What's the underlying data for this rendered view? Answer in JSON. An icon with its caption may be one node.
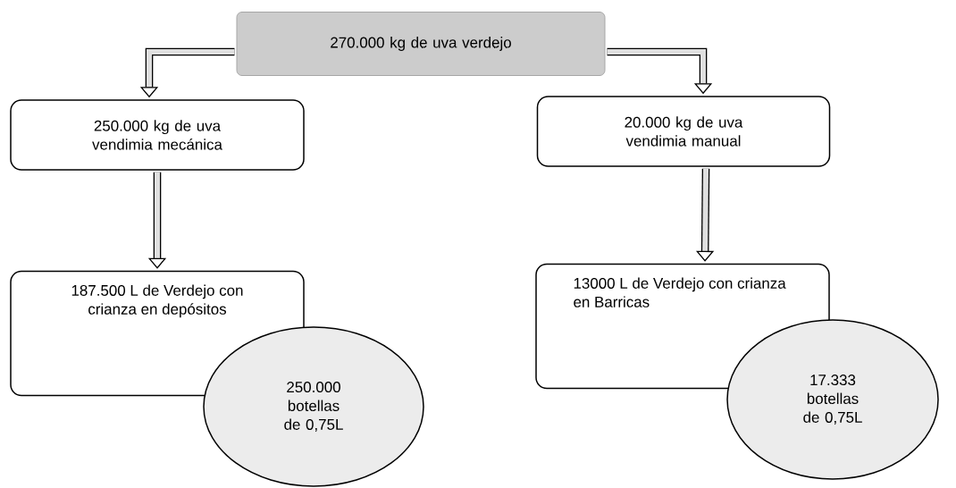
{
  "diagram": {
    "nodes": [
      {
        "text": [
          "270.000 kg de uva verdejo"
        ]
      },
      {
        "text": [
          "250.000 kg de uva vendimia mecánica"
        ]
      },
      {
        "text": [
          "20.000 kg de uva vendimia manual"
        ]
      },
      {
        "text": [
          "187.500 L de Verdejo con crianza en depósitos"
        ]
      },
      {
        "text": [
          "250.000 botellas de 0,75L"
        ]
      },
      {
        "text": [
          "13000 L de Verdejo con crianza en Barricas"
        ]
      },
      {
        "text": [
          "17.333 botellas de 0,75L"
        ]
      }
    ],
    "edges": [
      {
        "from": 0,
        "to": 1,
        "arrow": "to"
      },
      {
        "from": 0,
        "to": 2,
        "arrow": "to"
      },
      {
        "from": 1,
        "to": 3,
        "arrow": "to"
      },
      {
        "from": 2,
        "to": 5,
        "arrow": "to"
      }
    ]
  }
}
